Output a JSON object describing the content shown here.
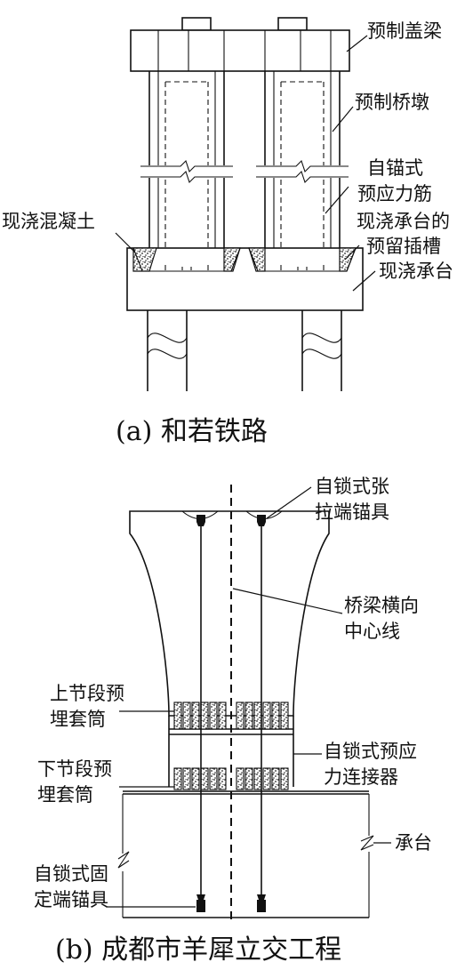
{
  "figure_a": {
    "caption": "(a) 和若铁路",
    "labels": {
      "precast_cap_beam": "预制盖梁",
      "precast_pier": "预制桥墩",
      "tendon_line1": "自锚式",
      "tendon_line2": "预应力筋",
      "slot_line1": "现浇承台的",
      "slot_line2": "预留插槽",
      "cast_concrete": "现浇混凝土",
      "cast_cap": "现浇承台"
    }
  },
  "figure_b": {
    "caption": "(b) 成都市羊犀立交工程",
    "labels": {
      "tension_anchor_line1": "自锁式张",
      "tension_anchor_line2": "拉端锚具",
      "centerline_line1": "桥梁横向",
      "centerline_line2": "中心线",
      "upper_sleeve_line1": "上节段预",
      "upper_sleeve_line2": "埋套筒",
      "connector_line1": "自锁式预应",
      "connector_line2": "力连接器",
      "lower_sleeve_line1": "下节段预",
      "lower_sleeve_line2": "埋套筒",
      "pile_cap": "承台",
      "fixed_anchor_line1": "自锁式固",
      "fixed_anchor_line2": "定端锚具"
    }
  }
}
